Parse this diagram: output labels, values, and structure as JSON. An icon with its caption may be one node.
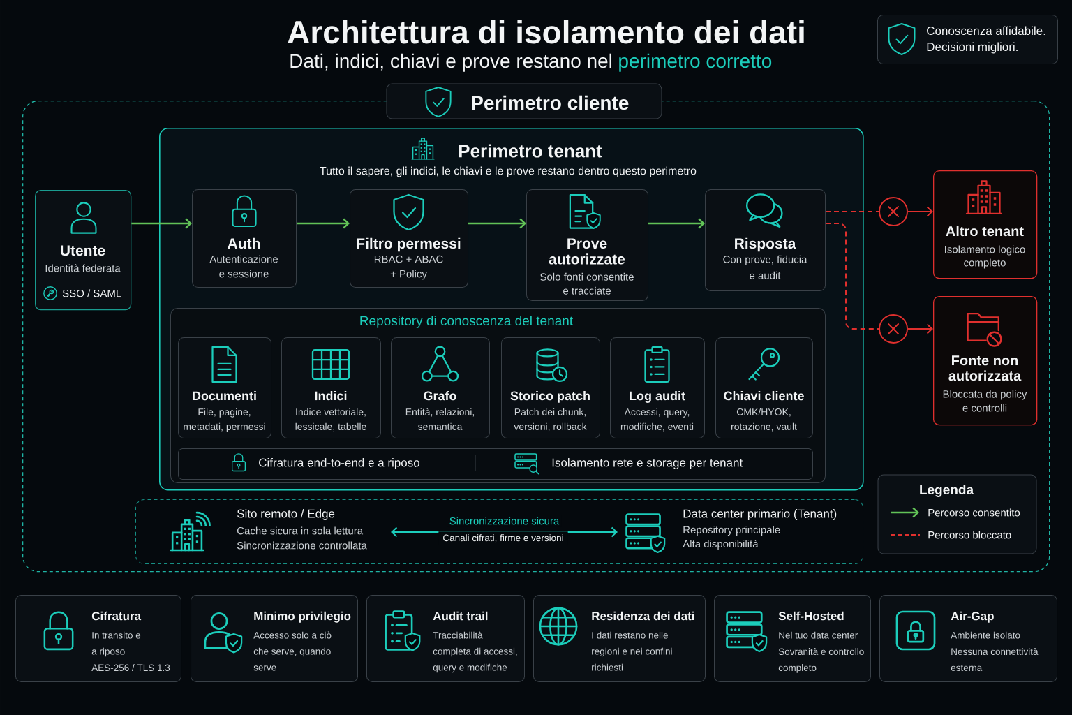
{
  "diagram": {
    "title": "Architettura di isolamento dei dati",
    "nodes": [
      {
        "text": [
          "Conoscenza affidabile. Decisioni migliori."
        ]
      },
      {
        "text": [
          "Perimetro cliente"
        ]
      },
      {
        "text": [
          "Perimetro tenant",
          "Tutto il sapere, gli indici, le chiavi e le prove restano dentro questo perimetro"
        ],
        "in": 1
      },
      {
        "text": [
          "Utente",
          "Identità federata",
          "SSO / SAML"
        ],
        "in": 1
      },
      {
        "text": [
          "Auth",
          "Autenticazione e sessione"
        ],
        "in": 2
      },
      {
        "text": [
          "Filtro permessi",
          "RBAC + ABAC + Policy"
        ],
        "in": 2
      },
      {
        "text": [
          "Prove autorizzate",
          "Solo fonti consentite e tracciate"
        ],
        "in": 2
      },
      {
        "text": [
          "Risposta",
          "Con prove, fiducia e audit"
        ],
        "in": 2
      },
      {
        "text": [],
        "shape": "circle",
        "in": 1
      },
      {
        "text": [
          "Altro tenant",
          "Isolamento logico completo"
        ],
        "in": 1
      },
      {
        "text": [
          "Repository di conoscenza del tenant"
        ],
        "in": 2
      },
      {
        "text": [
          "Documenti",
          "File, pagine, metadati, permessi"
        ],
        "in": 10
      },
      {
        "text": [
          "Indici",
          "Indice vettoriale, lessicale, tabelle"
        ],
        "in": 10
      },
      {
        "text": [
          "Grafo",
          "Entità, relazioni, semantica"
        ],
        "in": 10
      },
      {
        "text": [
          "Storico patch",
          "Patch dei chunk, versioni, rollback"
        ],
        "in": 10
      },
      {
        "text": [
          "Log audit",
          "Accessi, query, modifiche, eventi"
        ],
        "in": 10
      },
      {
        "text": [
          "Chiavi cliente",
          "CMK/HYOK, rotazione, vault"
        ],
        "in": 10
      },
      {
        "text": [],
        "shape": "circle",
        "in": 1
      },
      {
        "text": [
          "Fonte non autorizzata",
          "Bloccata da policy e controlli"
        ],
        "in": 1
      },
      {
        "text": [
          "Cifratura end-to-end e a riposo",
          "Isolamento rete e storage per tenant"
        ],
        "in": 10
      },
      {
        "text": [],
        "shape": "box",
        "in": 1
      },
      {
        "text": [
          "Sito remoto / Edge",
          "Cache sicura in sola lettura",
          "Sincronizzazione controllata"
        ],
        "in": 20
      },
      {
        "text": [
          "Data center primario (Tenant)",
          "Repository principale",
          "Alta disponibilità"
        ],
        "in": 20
      },
      {
        "text": [
          "Cifratura",
          "In transito e a riposo",
          "AES-256 / TLS 1.3"
        ]
      },
      {
        "text": [
          "Minimo privilegio",
          "Accesso solo a ciò che serve, quando serve"
        ]
      },
      {
        "text": [
          "Audit trail",
          "Tracciabilità completa di accessi, query e modifiche"
        ]
      },
      {
        "text": [
          "Residenza dei dati",
          "I dati restano nelle regioni e nei confini richiesti"
        ]
      },
      {
        "text": [
          "Self-Hosted",
          "Nel tuo data center",
          "Sovranità e controllo completo"
        ]
      },
      {
        "text": [
          "Air-Gap",
          "Ambiente isolato",
          "Nessuna connettività esterna"
        ]
      }
    ],
    "edges": [
      {
        "from": 3,
        "to": 4,
        "arrow": "to"
      },
      {
        "from": 4,
        "to": 5,
        "arrow": "to"
      },
      {
        "from": 5,
        "to": 6,
        "arrow": "to"
      },
      {
        "from": 6,
        "to": 7,
        "arrow": "to"
      },
      {
        "from": 7,
        "to": 8,
        "arrow": "none",
        "style": "dashed",
        "color": "#e0302e"
      },
      {
        "from": 8,
        "to": 9,
        "arrow": "to",
        "color": "#e0302e"
      },
      {
        "from": 7,
        "to": 17,
        "arrow": "none",
        "style": "dashed",
        "color": "#e0302e"
      },
      {
        "from": 17,
        "to": 18,
        "arrow": "to",
        "color": "#e0302e"
      },
      {
        "from": 21,
        "to": 22,
        "arrow": "both",
        "label": "Sincronizzazione sicura",
        "color": "#1ccdbb"
      }
    ],
    "labels": [
      "Dati, indici, chiavi e prove restano nel",
      "perimetro corretto",
      "Legenda",
      "Canali cifrati, firme e versioni"
    ],
    "legend": [
      {
        "text": "Percorso consentito"
      },
      {
        "text": "Percorso bloccato"
      }
    ]
  }
}
